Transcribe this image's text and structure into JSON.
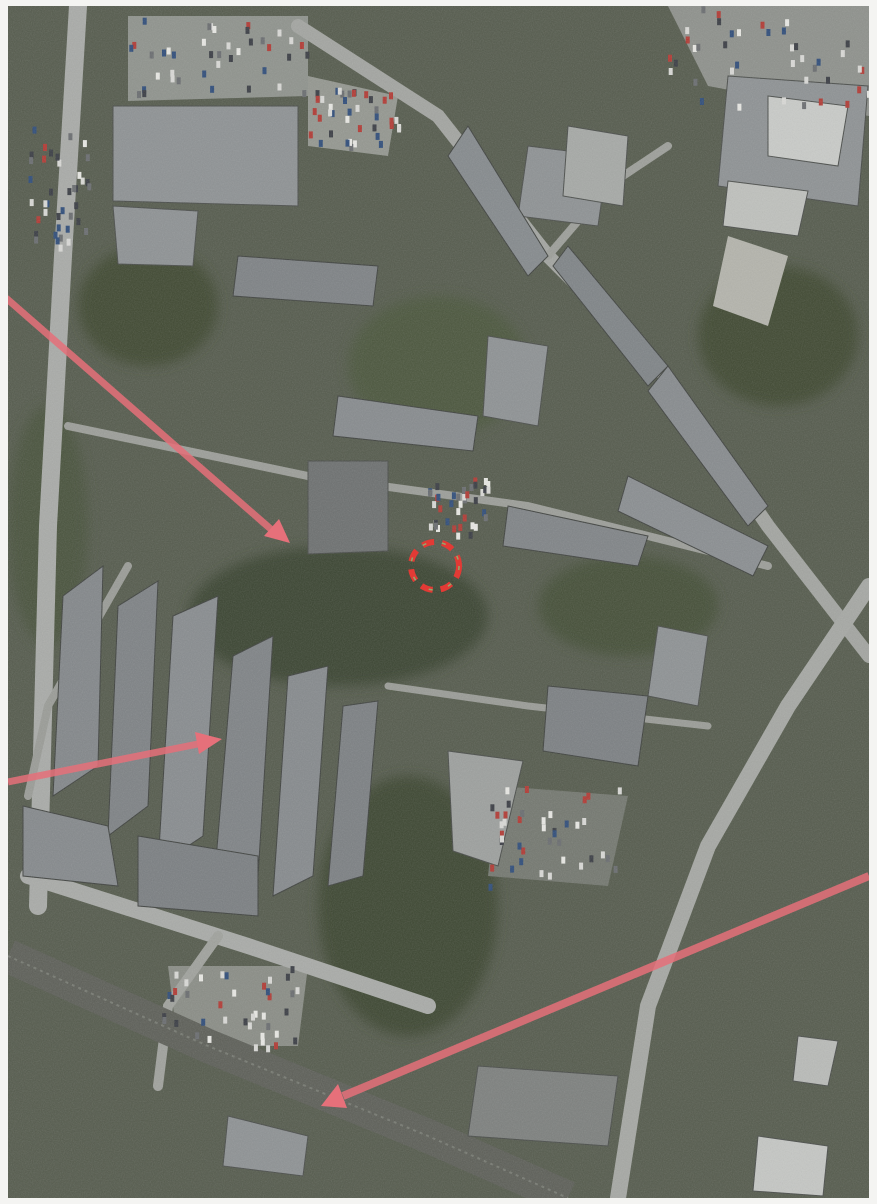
{
  "map": {
    "view": "aerial-photograph",
    "annotations": [
      {
        "type": "arrow",
        "color": "#e6707a"
      },
      {
        "type": "arrow",
        "color": "#e6707a"
      },
      {
        "type": "arrow",
        "color": "#e6707a"
      },
      {
        "type": "dashed-circle",
        "color": "#e23a35"
      }
    ],
    "colors": {
      "vegetation": "#3f4a33",
      "roof": "#8e9294",
      "road": "#a9aba8",
      "railway": "#5d5f58",
      "annotation": "#e6707a"
    }
  }
}
